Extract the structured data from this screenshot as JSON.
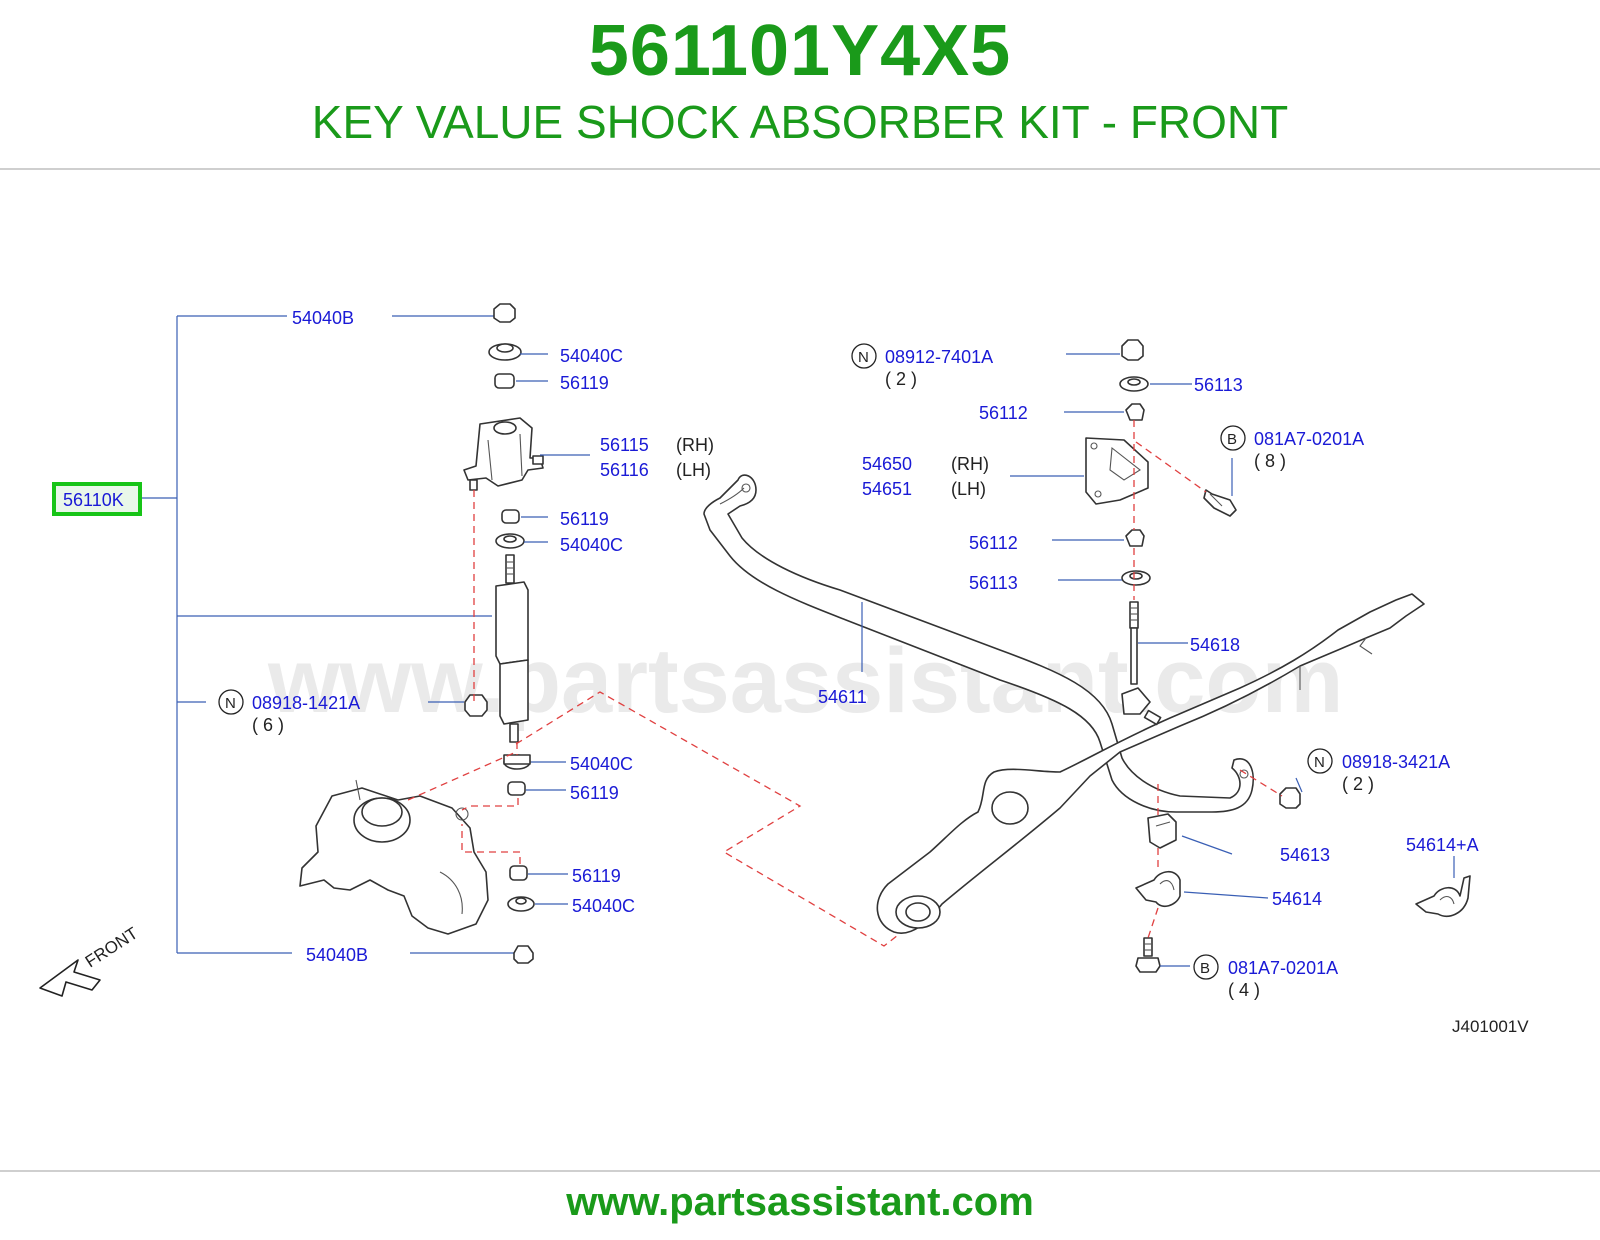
{
  "header": {
    "part_number": "561101Y4X5",
    "title": "KEY VALUE SHOCK ABSORBER KIT - FRONT"
  },
  "watermark": "www.partsassistant.com",
  "footer": {
    "url": "www.partsassistant.com"
  },
  "colors": {
    "brand_green": "#1a9a1a",
    "label_blue": "#1a1ad6",
    "highlight_green": "#17c417",
    "dash_red": "#e04040"
  },
  "diagram": {
    "code": "J401001V",
    "front_label": "FRONT",
    "highlighted_kit": "56110K",
    "labels": {
      "l_54040B_top": "54040B",
      "l_54040C_1": "54040C",
      "l_56119_1": "56119",
      "l_56115": "56115",
      "l_56115_side": "(RH)",
      "l_56116": "56116",
      "l_56116_side": "(LH)",
      "l_56119_2": "56119",
      "l_54040C_2": "54040C",
      "l_08918_1421A": "08918-1421A",
      "l_08918_1421A_qty": "( 6 )",
      "l_54040C_3": "54040C",
      "l_56119_3": "56119",
      "l_56119_4": "56119",
      "l_54040C_4": "54040C",
      "l_54040B_bot": "54040B",
      "l_08912_7401A": "08912-7401A",
      "l_08912_7401A_qty": "( 2 )",
      "l_56113_1": "56113",
      "l_56112_1": "56112",
      "l_081A7_1": "081A7-0201A",
      "l_081A7_1_qty": "( 8 )",
      "l_54650": "54650",
      "l_54650_side": "(RH)",
      "l_54651": "54651",
      "l_54651_side": "(LH)",
      "l_56112_2": "56112",
      "l_56113_2": "56113",
      "l_54618": "54618",
      "l_54611": "54611",
      "l_08918_3421A": "08918-3421A",
      "l_08918_3421A_qty": "( 2 )",
      "l_54613": "54613",
      "l_54614": "54614",
      "l_54614A": "54614+A",
      "l_081A7_2": "081A7-0201A",
      "l_081A7_2_qty": "( 4 )"
    },
    "circle_marks": {
      "n": "N",
      "b": "B"
    }
  }
}
